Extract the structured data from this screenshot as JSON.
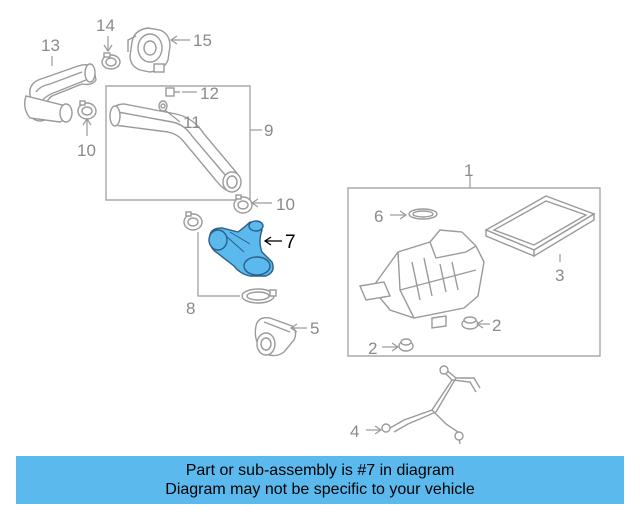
{
  "diagram": {
    "highlight_color": "#5bb9ee",
    "highlighted_part": "7",
    "callouts": {
      "c13": "13",
      "c14": "14",
      "c15": "15",
      "c12": "12",
      "c11": "11",
      "c9": "9",
      "c10a": "10",
      "c10b": "10",
      "c7": "7",
      "c8": "8",
      "c5": "5",
      "c1": "1",
      "c6": "6",
      "c3": "3",
      "c2a": "2",
      "c2b": "2",
      "c4": "4"
    }
  },
  "banner": {
    "background": "#5bb9ee",
    "line1": "Part or sub-assembly is #7 in diagram",
    "line2": "Diagram may not be specific to your vehicle"
  }
}
